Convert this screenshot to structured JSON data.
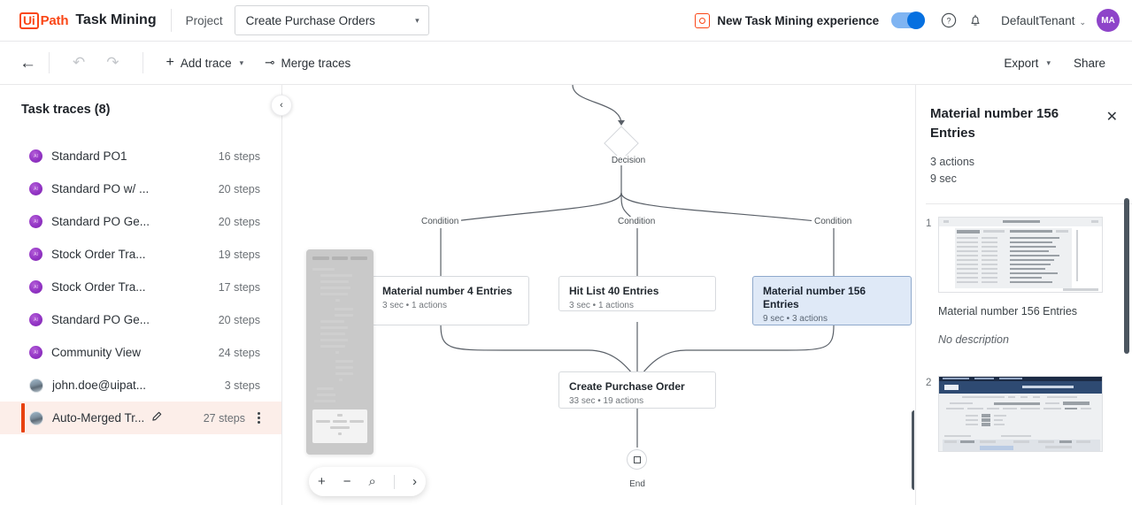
{
  "header": {
    "logo_box": "Ui",
    "logo_word": "Path",
    "app_title": "Task Mining",
    "project_label": "Project",
    "project_value": "Create Purchase Orders",
    "project_caret": "▾",
    "experience_label": "New Task Mining experience",
    "tenant": "DefaultTenant",
    "tenant_caret": "⌄",
    "avatar_initials": "MA",
    "help_icon": "?",
    "accent_color": "#fa4616",
    "toggle_color": "#0670e0"
  },
  "toolbar": {
    "back": "←",
    "undo": "↶",
    "redo": "↷",
    "add_trace": "Add trace",
    "add_trace_plus": "+",
    "add_trace_caret": "▾",
    "merge_traces": "Merge traces",
    "merge_icon": "⊸",
    "export": "Export",
    "export_caret": "▾",
    "share": "Share"
  },
  "sidebar": {
    "title": "Task traces (",
    "count": "8",
    "title_end": ")",
    "collapse_icon": "‹",
    "pencil_icon": "✎",
    "traces": [
      {
        "name": "Standard PO1",
        "steps": "16 steps",
        "avatar": "dot",
        "selected": false
      },
      {
        "name": "Standard PO w/ ...",
        "steps": "20 steps",
        "avatar": "dot",
        "selected": false
      },
      {
        "name": "Standard PO Ge...",
        "steps": "20 steps",
        "avatar": "dot",
        "selected": false
      },
      {
        "name": "Stock Order Tra...",
        "steps": "19 steps",
        "avatar": "dot",
        "selected": false
      },
      {
        "name": "Stock Order Tra...",
        "steps": "17 steps",
        "avatar": "dot",
        "selected": false
      },
      {
        "name": "Standard PO Ge...",
        "steps": "20 steps",
        "avatar": "dot",
        "selected": false
      },
      {
        "name": "Community View",
        "steps": "24 steps",
        "avatar": "dot",
        "selected": false
      },
      {
        "name": "john.doe@uipat...",
        "steps": "3 steps",
        "avatar": "photo",
        "selected": false
      },
      {
        "name": "Auto-Merged Tr...",
        "steps": "27 steps",
        "avatar": "photo",
        "selected": true
      }
    ]
  },
  "canvas": {
    "decision_label": "Decision",
    "condition_label_1": "Condition",
    "condition_label_2": "Condition",
    "condition_label_3": "Condition",
    "end_label": "End",
    "nodes": [
      {
        "title": "Material number 4 Entries",
        "meta": "3 sec • 1 actions",
        "selected": false
      },
      {
        "title": "Hit List 40 Entries",
        "meta": "3 sec • 1 actions",
        "selected": false
      },
      {
        "title": "Material number 156 Entries",
        "meta": "9 sec • 3 actions",
        "selected": true
      },
      {
        "title": "Create Purchase Order",
        "meta": "33 sec • 19 actions",
        "selected": false
      }
    ],
    "zoom_controls": {
      "zoom_in": "+",
      "zoom_out": "−",
      "fit": "⌕",
      "expand": "›"
    }
  },
  "right_panel": {
    "title": "Material number 156 Entries",
    "close_icon": "✕",
    "actions": "3 actions",
    "duration": "9 sec",
    "items": [
      {
        "number": "1",
        "caption": "Material number 156 Entries",
        "description": "No description"
      },
      {
        "number": "2",
        "caption": "",
        "description": ""
      }
    ]
  }
}
